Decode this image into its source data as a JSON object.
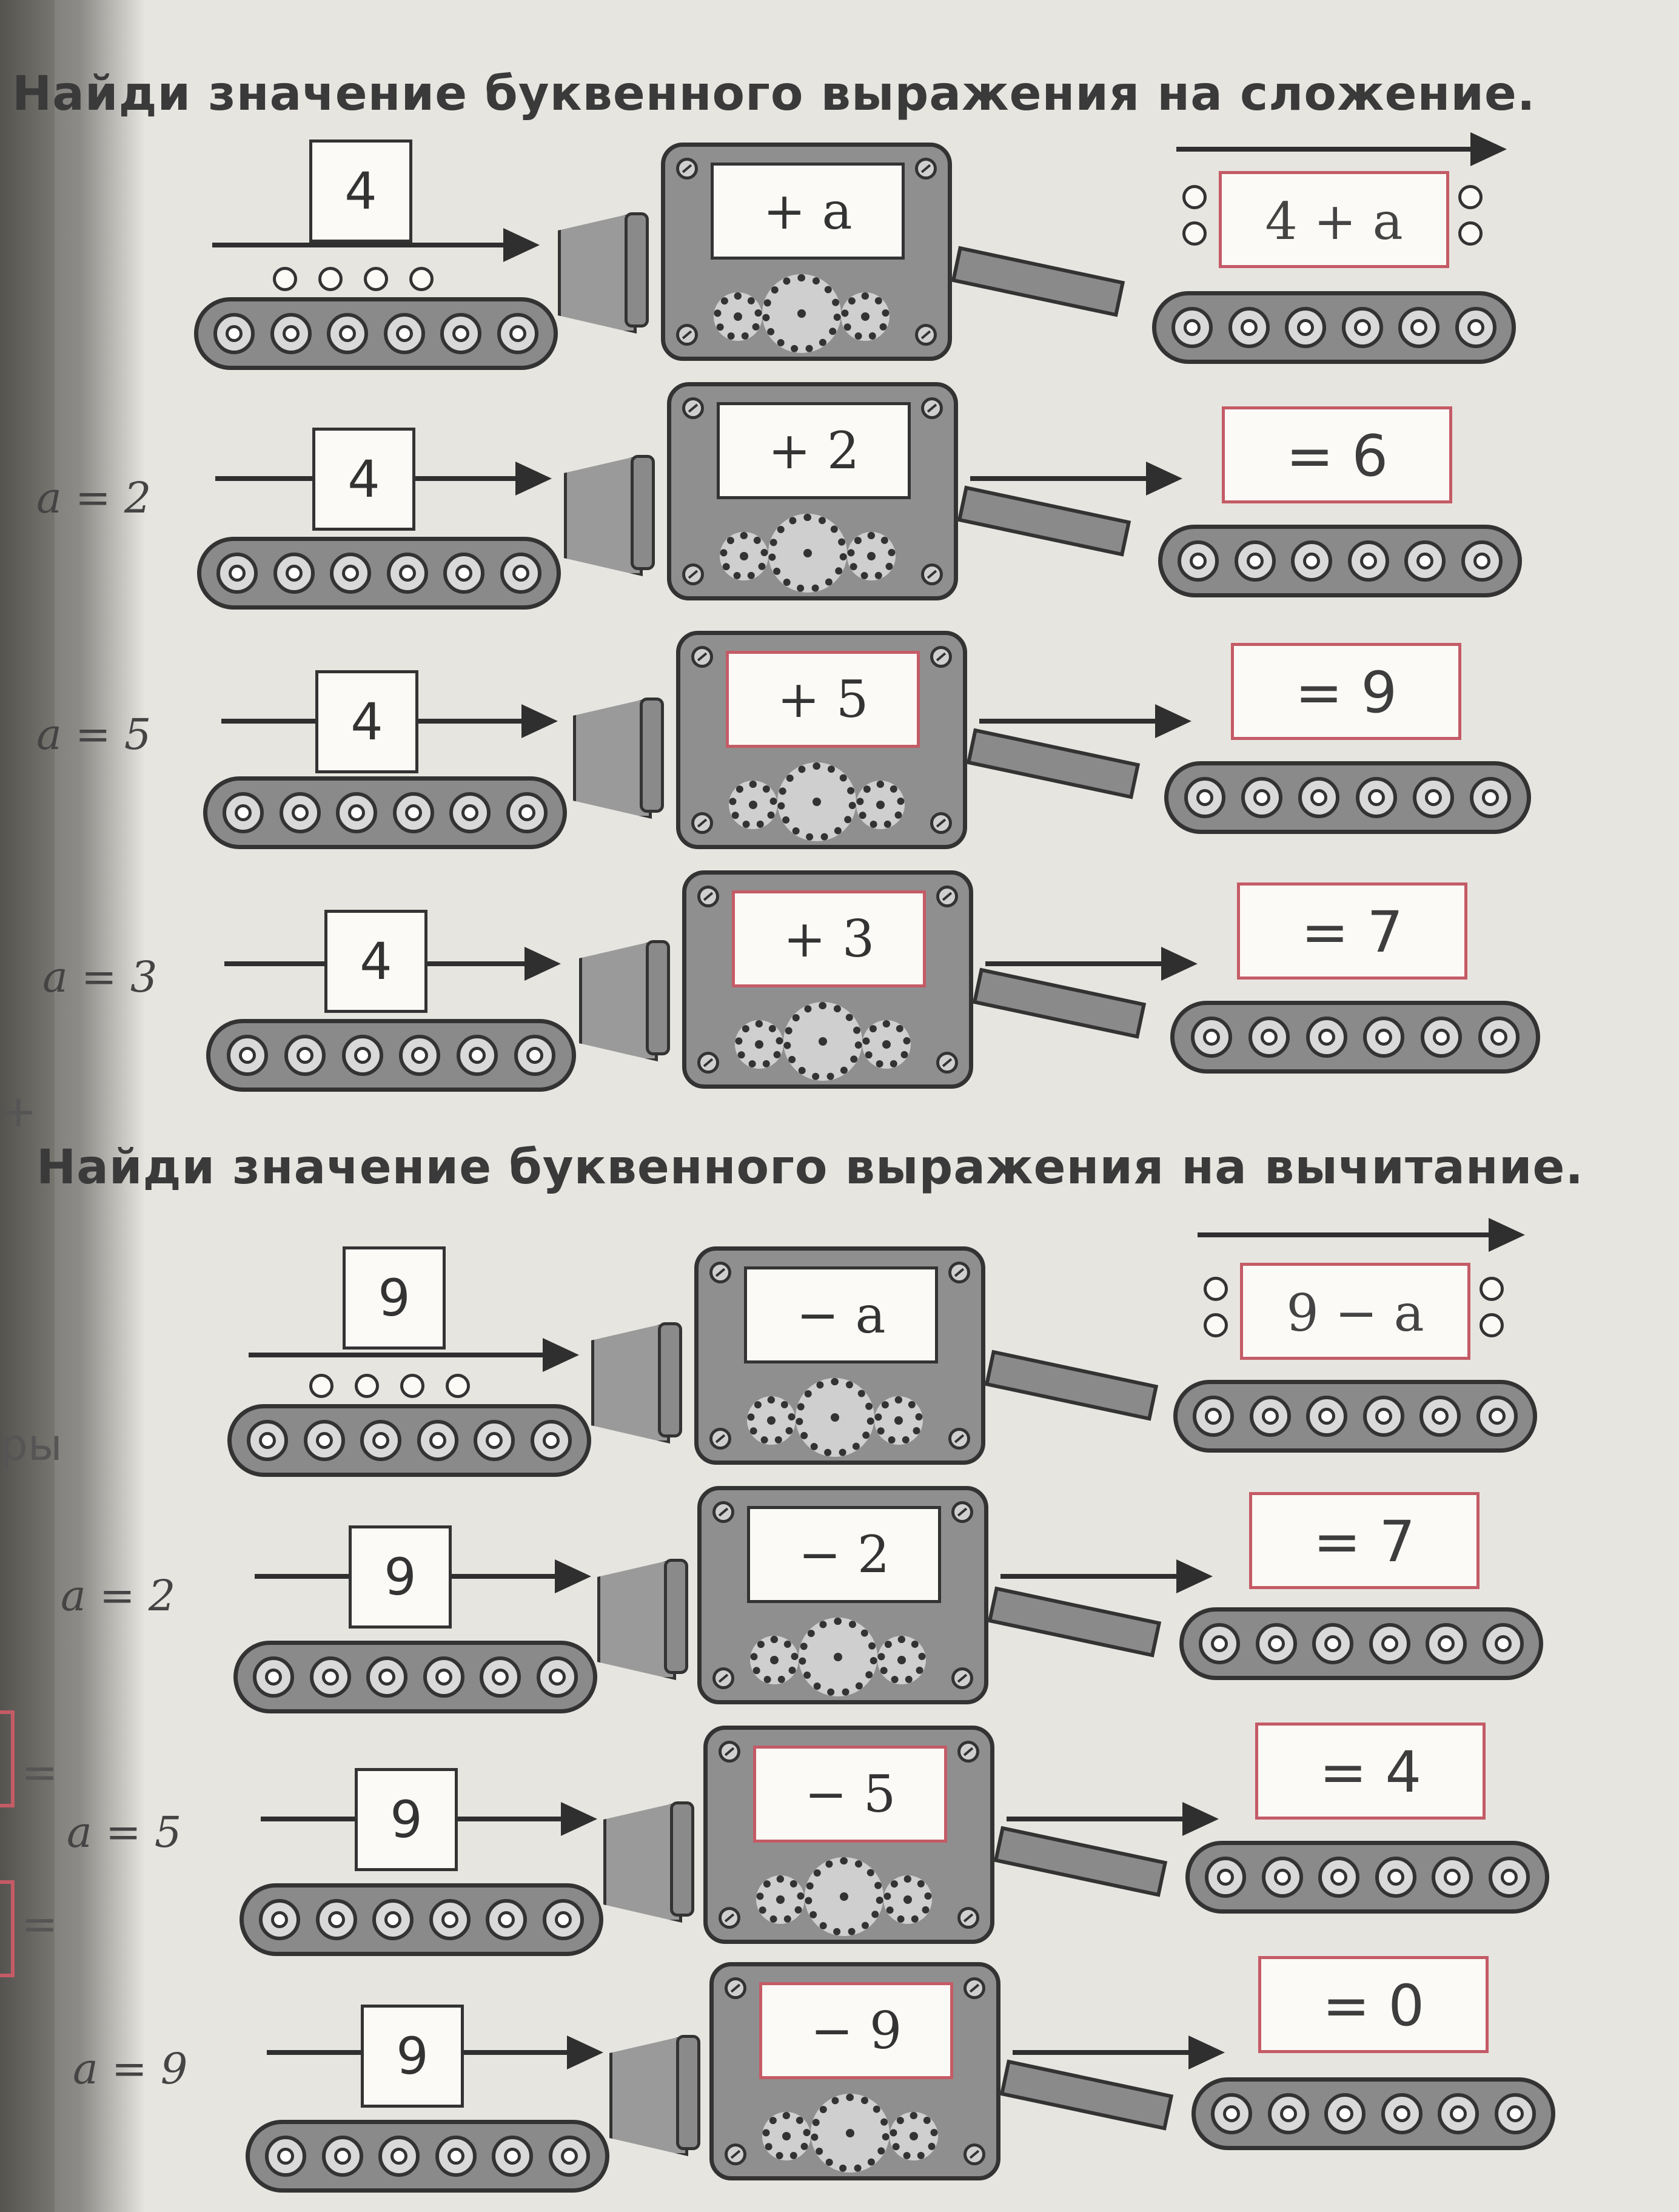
{
  "sections": [
    {
      "heading": "Найди значение буквенного выражения на сложение.",
      "example": {
        "input": "4",
        "operation": "+ a",
        "output": "4 + a"
      },
      "rows": [
        {
          "a_label": "a = 2",
          "input": "4",
          "operation": "+ 2",
          "answer": "= 6"
        },
        {
          "a_label": "a = 5",
          "input": "4",
          "operation": "+ 5",
          "answer": "= 9"
        },
        {
          "a_label": "a = 3",
          "input": "4",
          "operation": "+ 3",
          "answer": "= 7"
        }
      ]
    },
    {
      "heading": "Найди значение буквенного выражения на вычитание.",
      "example": {
        "input": "9",
        "operation": "− a",
        "output": "9 − a"
      },
      "rows": [
        {
          "a_label": "a = 2",
          "input": "9",
          "operation": "− 2",
          "answer": "= 7"
        },
        {
          "a_label": "a = 5",
          "input": "9",
          "operation": "− 5",
          "answer": "= 4"
        },
        {
          "a_label": "a = 9",
          "input": "9",
          "operation": "− 9",
          "answer": "= 0"
        }
      ]
    }
  ],
  "margin_marks": {
    "plus": "+",
    "eq1": "=",
    "eq2": "=",
    "ry": "ры"
  },
  "colors": {
    "ink": "#333333",
    "answer_box": "#c45b66",
    "machine": "#8f8f8f",
    "paper": "#e7e5e0"
  }
}
